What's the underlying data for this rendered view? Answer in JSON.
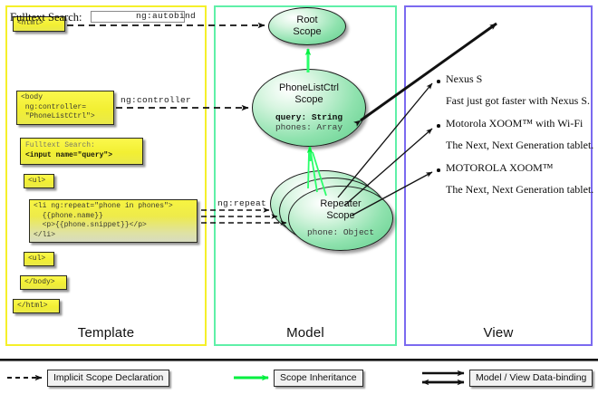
{
  "panels": [
    {
      "key": "template",
      "label": "Template",
      "border_color": "#f5f02a"
    },
    {
      "key": "model",
      "label": "Model",
      "border_color": "#5ff0a8"
    },
    {
      "key": "view",
      "label": "View",
      "border_color": "#7b6af0"
    }
  ],
  "template": {
    "boxes": [
      {
        "name": "html-open-tag",
        "text": "<html>"
      },
      {
        "name": "body-controller-tag",
        "text": "<body\n ng:controller=\n \"PhoneListCtrl\">"
      },
      {
        "name": "fulltext-search-markup",
        "label": "Fulltext Search:",
        "input": "<input name=\"query\">"
      },
      {
        "name": "ul-open-tag",
        "text": "<ul>"
      },
      {
        "name": "li-repeat-markup",
        "text": "<li ng:repeat=\"phone in phones\">\n  {{phone.name}}\n  <p>{{phone.snippet}}</p>\n</li>"
      },
      {
        "name": "ul-close-tag",
        "text": "<ul>"
      },
      {
        "name": "body-close-tag",
        "text": "</body>"
      },
      {
        "name": "html-close-tag",
        "text": "</html>"
      }
    ]
  },
  "model": {
    "scopes": [
      {
        "name": "root-scope",
        "line1": "Root",
        "line2": "Scope",
        "props": []
      },
      {
        "name": "phone-list-ctrl-scope",
        "line1": "PhoneListCtrl",
        "line2": "Scope",
        "props": [
          {
            "text": "query: String",
            "emphasis": "bold"
          },
          {
            "text": "phones: Array",
            "emphasis": "normal"
          }
        ]
      },
      {
        "name": "repeater-scope",
        "line1": "Repeater",
        "line2": "Scope",
        "props": [
          {
            "text": "phone: Object",
            "emphasis": "normal"
          }
        ]
      }
    ]
  },
  "edges": {
    "ng_autobind": "ng:autobind",
    "ng_controller": "ng:controller",
    "ng_repeat": "ng:repeat"
  },
  "view": {
    "search_label": "Fulltext Search:",
    "search_value": "",
    "search_placeholder": "",
    "items": [
      {
        "name": "Nexus S",
        "snippet": "Fast just got faster with Nexus S."
      },
      {
        "name": "Motorola XOOM™  with Wi-Fi",
        "snippet": "The Next, Next Generation tablet."
      },
      {
        "name": "MOTOROLA XOOM™",
        "snippet": "The Next, Next Generation tablet."
      }
    ]
  },
  "legend": [
    {
      "name": "implicit-scope-declaration",
      "label": "Implicit Scope Declaration",
      "style": "dashed-arrow",
      "color": "#111111"
    },
    {
      "name": "scope-inheritance",
      "label": "Scope Inheritance",
      "style": "solid-arrow",
      "color": "#00ef3f"
    },
    {
      "name": "model-view-data-binding",
      "label": "Model / View Data-binding",
      "style": "double-arrow",
      "color": "#111111"
    }
  ]
}
